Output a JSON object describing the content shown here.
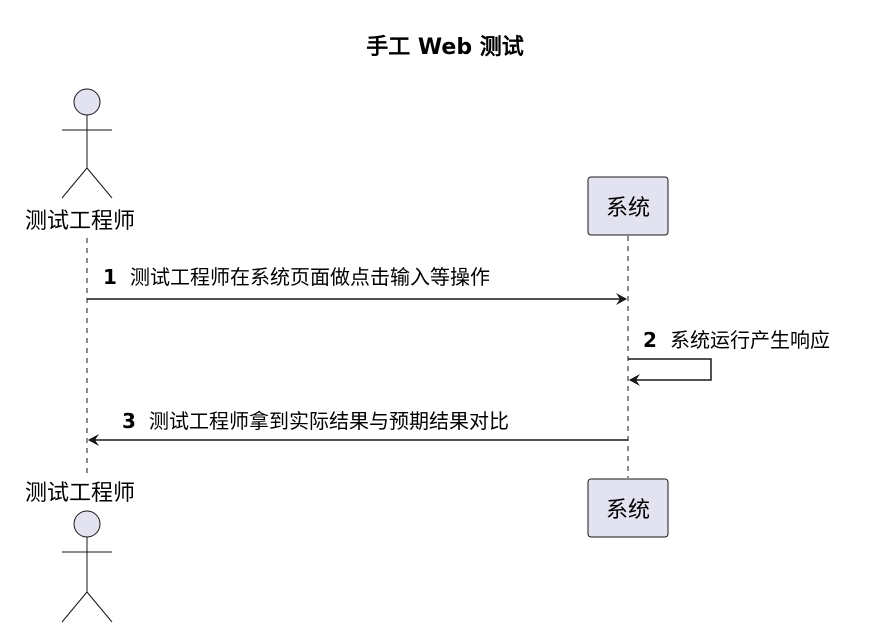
{
  "title": "手工 Web 测试",
  "colors": {
    "participant_fill": "#E2E2F0",
    "participant_stroke": "#181818",
    "line": "#181818",
    "background": "#FFFFFF"
  },
  "participants": {
    "tester": {
      "kind": "actor",
      "label": "测试工程师"
    },
    "system": {
      "kind": "participant",
      "label": "系统"
    }
  },
  "messages": [
    {
      "num": "1",
      "text": "测试工程师在系统页面做点击输入等操作",
      "from": "tester",
      "to": "system"
    },
    {
      "num": "2",
      "text": "系统运行产生响应",
      "from": "system",
      "to": "system"
    },
    {
      "num": "3",
      "text": "测试工程师拿到实际结果与预期结果对比",
      "from": "system",
      "to": "tester"
    }
  ]
}
